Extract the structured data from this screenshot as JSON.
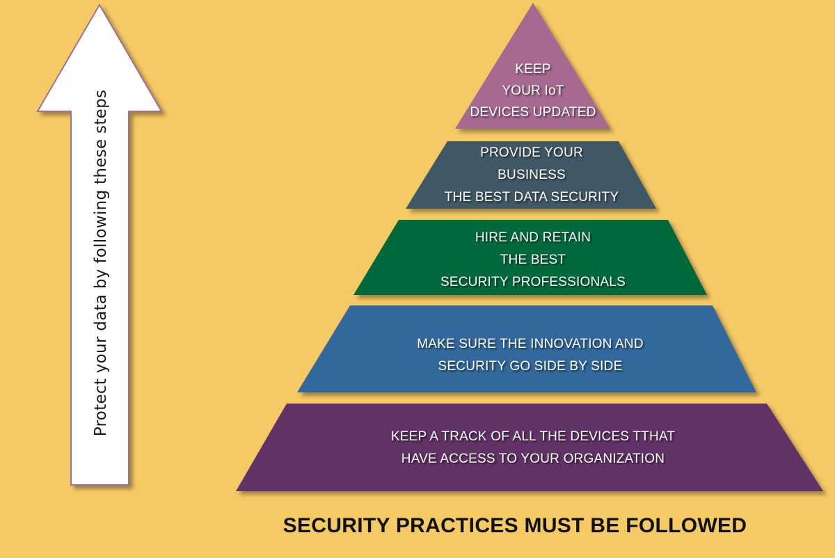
{
  "diagram": {
    "type": "pyramid",
    "caption": "SECURITY PRACTICES  MUST BE FOLLOWED",
    "arrow": {
      "direction": "up",
      "label": "Protect your data by following these steps"
    },
    "layers": [
      {
        "level": 1,
        "position": "top",
        "color": "#a6698f",
        "lines": [
          "KEEP",
          "YOUR IoT",
          "DEVICES UPDATED"
        ]
      },
      {
        "level": 2,
        "color": "#3f5865",
        "lines": [
          "PROVIDE YOUR",
          "BUSINESS",
          "THE BEST DATA SECURITY"
        ]
      },
      {
        "level": 3,
        "color": "#00693b",
        "lines": [
          "HIRE AND RETAIN",
          "THE BEST",
          "SECURITY PROFESSIONALS"
        ]
      },
      {
        "level": 4,
        "color": "#31679b",
        "lines": [
          "MAKE SURE THE INNOVATION AND",
          "SECURITY GO SIDE BY SIDE"
        ]
      },
      {
        "level": 5,
        "position": "bottom",
        "color": "#613065",
        "lines": [
          "KEEP A TRACK OF ALL THE DEVICES TTHAT",
          "HAVE ACCESS TO YOUR ORGANIZATION"
        ]
      }
    ]
  },
  "colors": {
    "background": "#f5c964",
    "arrow_fill": "#ffffff",
    "arrow_border": "#a07095",
    "text_light": "#ffffff",
    "text_dark": "#111111"
  }
}
